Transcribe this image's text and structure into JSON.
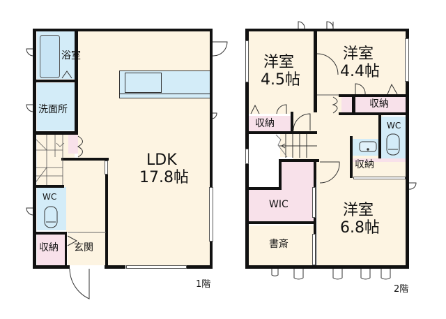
{
  "floors": [
    {
      "label": "1階",
      "rooms": {
        "bath": "浴室",
        "washroom": "洗面所",
        "wc": "WC",
        "storage": "収納",
        "entrance": "玄関",
        "ldk_name": "LDK",
        "ldk_size": "17.8帖"
      }
    },
    {
      "label": "2階",
      "rooms": {
        "west_room_a_name": "洋室",
        "west_room_a_size": "4.5帖",
        "west_room_b_name": "洋室",
        "west_room_b_size": "4.4帖",
        "west_room_c_name": "洋室",
        "west_room_c_size": "6.8帖",
        "storage_a": "収納",
        "storage_b": "収納",
        "storage_c": "収納",
        "wc": "WC",
        "wic": "WIC",
        "study": "書斎"
      }
    }
  ],
  "colors": {
    "wall": "#111111",
    "room_cream": "#fdf4e2",
    "wet_blue": "#d3ecf8",
    "storage_pink": "#f8e1ea"
  }
}
